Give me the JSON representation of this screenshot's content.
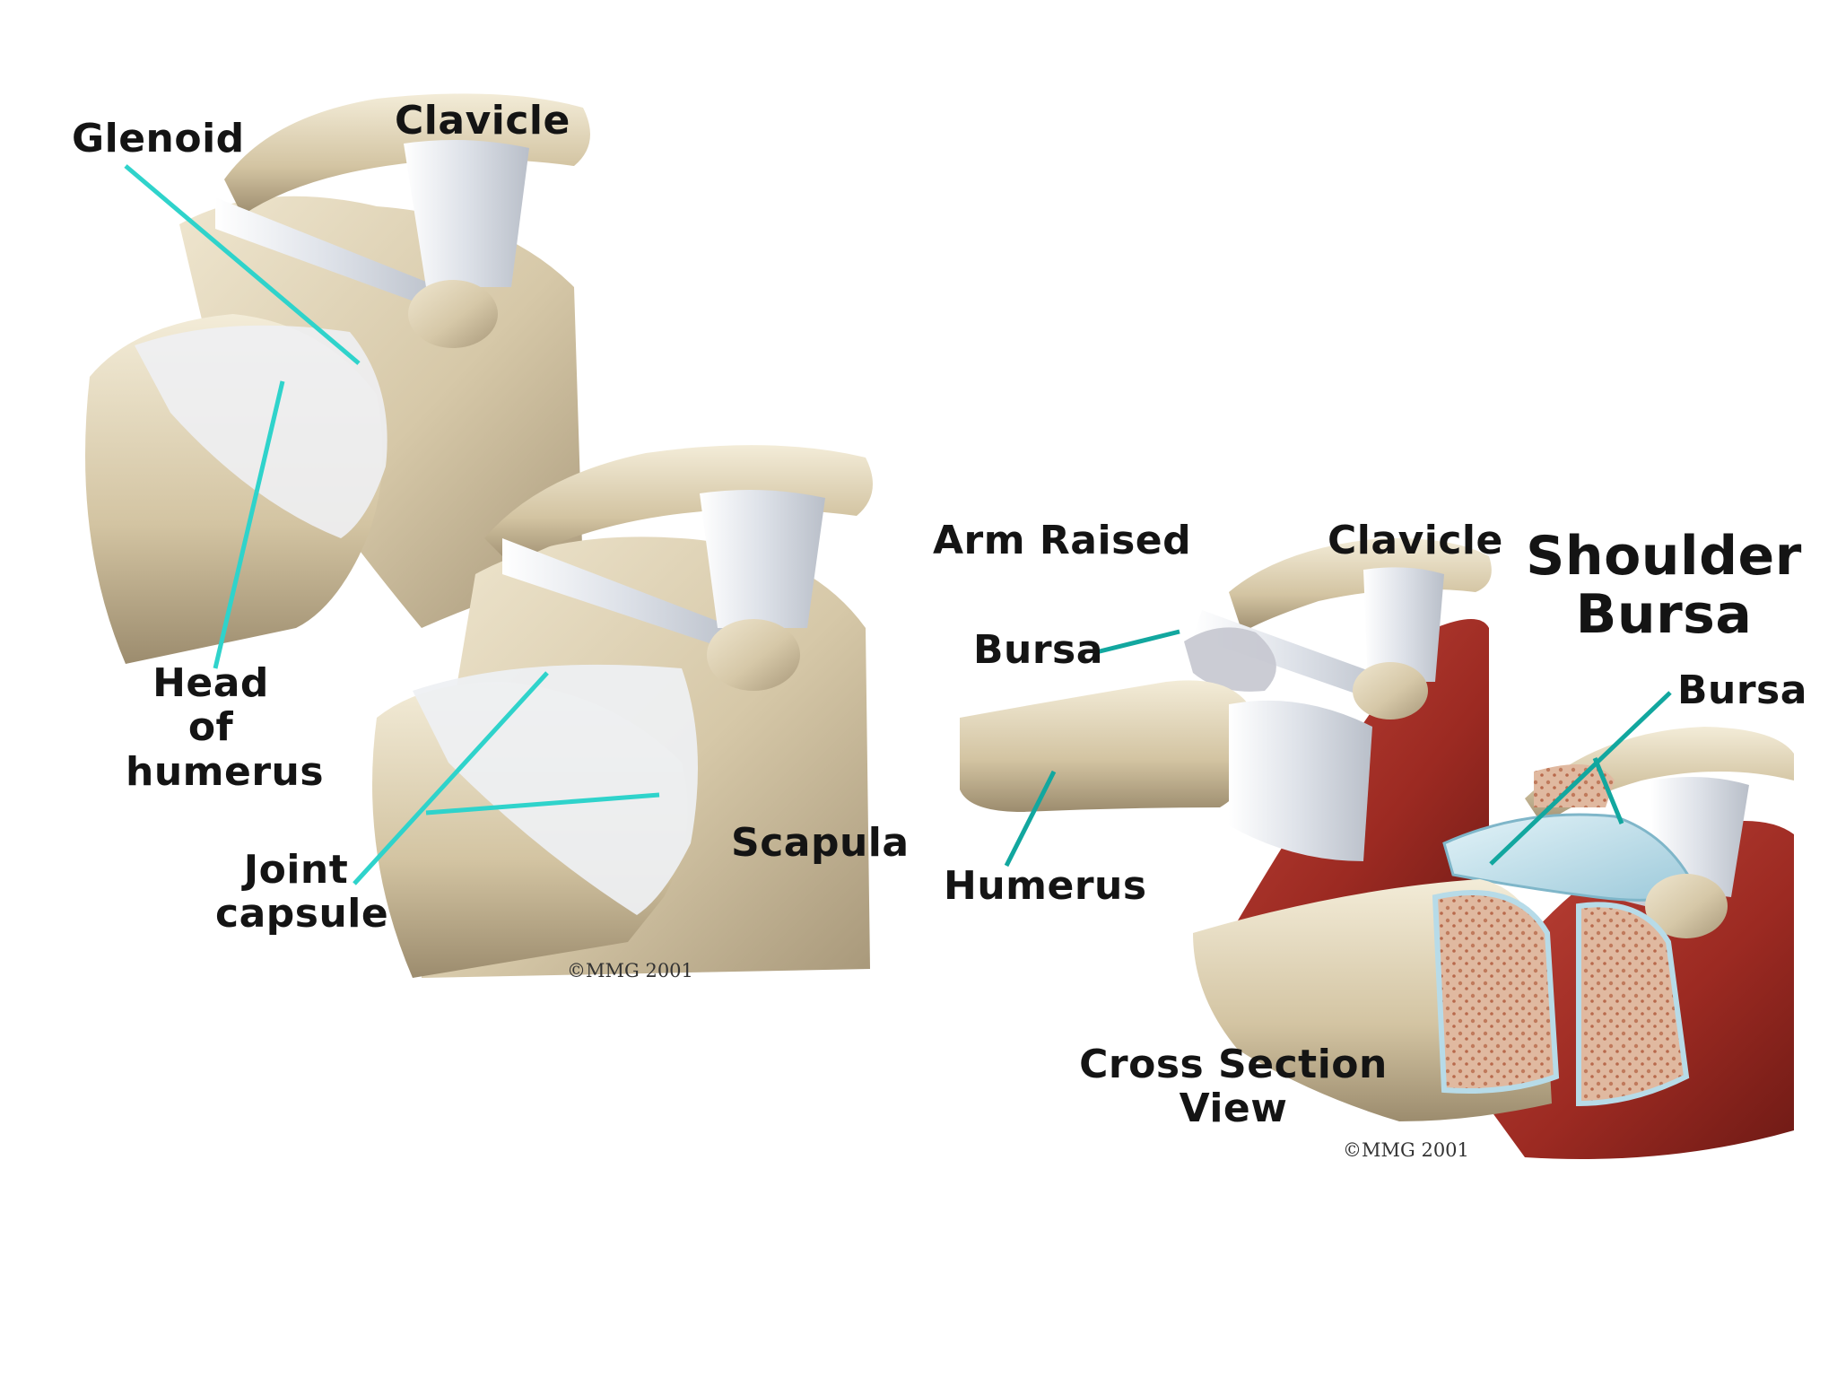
{
  "title": {
    "line1": "Shoulder",
    "line2": "Bursa"
  },
  "left_diagram": {
    "glenoid": "Glenoid",
    "clavicle": "Clavicle",
    "head_of_humerus": {
      "line1": "Head",
      "line2": "of",
      "line3": "humerus"
    },
    "joint_capsule": {
      "line1": "Joint",
      "line2": "capsule"
    },
    "scapula": "Scapula",
    "copyright": "©MMG 2001"
  },
  "right_diagram": {
    "arm_raised": "Arm Raised",
    "clavicle": "Clavicle",
    "bursa_top": "Bursa",
    "humerus": "Humerus",
    "bursa_right": "Bursa",
    "cross_section": {
      "line1": "Cross Section",
      "line2": "View"
    },
    "copyright": "©MMG 2001"
  },
  "colors": {
    "bone": "#d9ccb0",
    "ligament": "#e6e9ee",
    "muscle": "#a32a22",
    "bursa": "#b7dbe8",
    "leader_line": "#2fd3cb"
  }
}
